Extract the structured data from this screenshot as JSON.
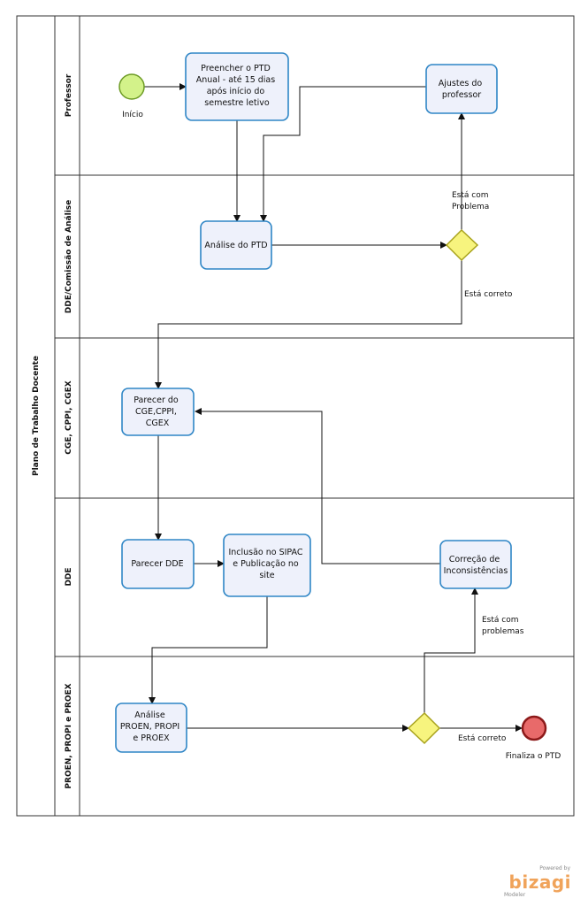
{
  "pool": {
    "title": "Plano de Trabalho Docente"
  },
  "lanes": [
    {
      "label": "Professor"
    },
    {
      "label": "DDE/Comissão de Análise"
    },
    {
      "label": "CGE, CPPI, CGEX"
    },
    {
      "label": "DDE"
    },
    {
      "label": "PROEN, PROPI e PROEX"
    }
  ],
  "events": {
    "start": {
      "label": "Início"
    },
    "end": {
      "label": "Finaliza o PTD"
    }
  },
  "tasks": {
    "preencher": {
      "lines": [
        "Preencher o  PTD",
        "Anual - até 15 dias",
        "após início do",
        "semestre letivo"
      ]
    },
    "ajustes": {
      "lines": [
        "Ajustes do",
        "professor"
      ]
    },
    "analise_ptd": {
      "lines": [
        "Análise do PTD"
      ]
    },
    "parecer_cge": {
      "lines": [
        "Parecer do",
        "CGE,CPPI,",
        "CGEX"
      ]
    },
    "parecer_dde": {
      "lines": [
        "Parecer DDE"
      ]
    },
    "inclusao": {
      "lines": [
        "Inclusão no SIPAC",
        "e Publicação no",
        "site"
      ]
    },
    "correcao": {
      "lines": [
        "Correção de",
        "Inconsistências"
      ]
    },
    "analise_pro": {
      "lines": [
        "Análise",
        "PROEN, PROPI",
        "e PROEX"
      ]
    }
  },
  "flow_labels": {
    "com_problema": [
      "Está com",
      "Problema"
    ],
    "correto_1": [
      "Está correto"
    ],
    "com_problemas": [
      "Está com",
      "problemas"
    ],
    "correto_2": [
      "Está correto"
    ]
  },
  "branding": {
    "powered": "Powered by",
    "name": "bizagi",
    "product": "Modeler"
  },
  "colors": {
    "task_fill": "#eef1fb",
    "task_stroke": "#2f86c6",
    "start_fill": "#d3f28a",
    "start_stroke": "#6c9a24",
    "end_fill": "#e86a6a",
    "end_stroke": "#8d1a1a",
    "gateway_fill": "#f7f47e",
    "gateway_stroke": "#a8a21c"
  }
}
